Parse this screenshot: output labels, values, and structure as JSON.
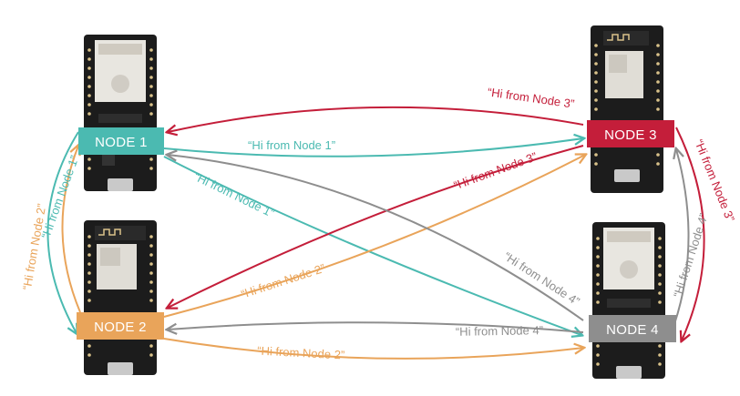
{
  "nodes": [
    {
      "id": "node1",
      "label": "NODE 1",
      "color": "#4bbab1",
      "board": "esp32"
    },
    {
      "id": "node2",
      "label": "NODE 2",
      "color": "#e9a45a",
      "board": "esp32"
    },
    {
      "id": "node3",
      "label": "NODE 3",
      "color": "#c41e3a",
      "board": "esp8266"
    },
    {
      "id": "node4",
      "label": "NODE 4",
      "color": "#8e8e8e",
      "board": "esp32"
    }
  ],
  "messages": [
    {
      "from": "node1",
      "to": "node2",
      "text": "“Hi from Node 1”",
      "color": "#4bbab1"
    },
    {
      "from": "node1",
      "to": "node3",
      "text": "“Hi from Node 1”",
      "color": "#4bbab1"
    },
    {
      "from": "node1",
      "to": "node4",
      "text": "“Hi from Node 1”",
      "color": "#4bbab1"
    },
    {
      "from": "node2",
      "to": "node1",
      "text": "“Hi from Node 2”",
      "color": "#e9a45a"
    },
    {
      "from": "node2",
      "to": "node3",
      "text": "“Hi from Node 2”",
      "color": "#e9a45a"
    },
    {
      "from": "node2",
      "to": "node4",
      "text": "“Hi from Node 2”",
      "color": "#e9a45a"
    },
    {
      "from": "node3",
      "to": "node1",
      "text": "“Hi from Node 3”",
      "color": "#c41e3a"
    },
    {
      "from": "node3",
      "to": "node2",
      "text": "“Hi from Node 3”",
      "color": "#c41e3a"
    },
    {
      "from": "node3",
      "to": "node4",
      "text": "“Hi from Node 3”",
      "color": "#c41e3a"
    },
    {
      "from": "node4",
      "to": "node1",
      "text": "“Hi from Node 4”",
      "color": "#8e8e8e"
    },
    {
      "from": "node4",
      "to": "node2",
      "text": "“Hi from Node 4”",
      "color": "#8e8e8e"
    },
    {
      "from": "node4",
      "to": "node3",
      "text": "“Hi from Node 4”",
      "color": "#8e8e8e"
    }
  ]
}
